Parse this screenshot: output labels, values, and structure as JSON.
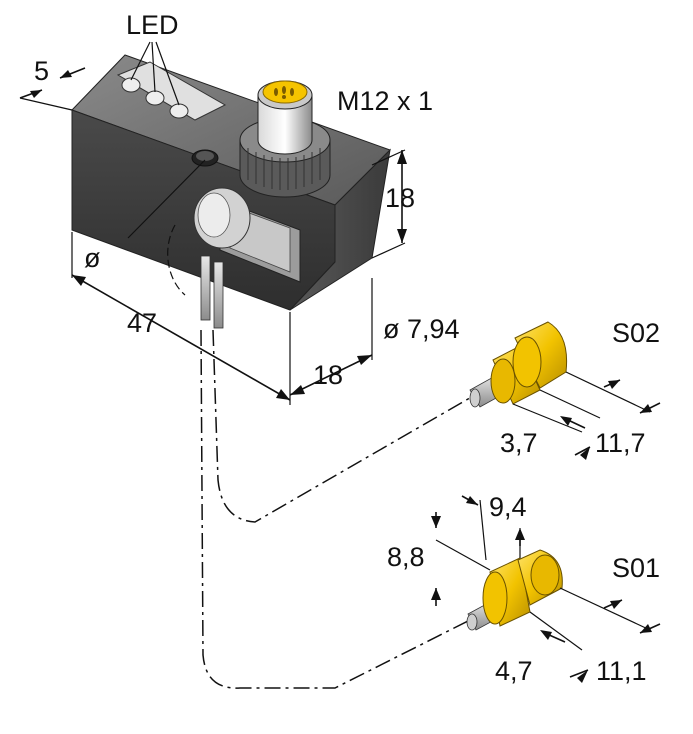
{
  "labels": {
    "led": "LED",
    "dim_5": "5",
    "connector": "M12 x 1",
    "height_18": "18",
    "diameter_symbol": "ø",
    "length_47": "47",
    "depth_18": "18",
    "magnet_diameter": "ø 7,94",
    "s02": "S02",
    "s02_dim_a": "3,7",
    "s02_dim_b": "11,7",
    "s01_dim_top": "9,4",
    "s01_dim_side": "8,8",
    "s01": "S01",
    "s01_dim_a": "4,7",
    "s01_dim_b": "11,1"
  },
  "colors": {
    "housing_dark": "#3a3a3a",
    "housing_mid": "#6a6a6a",
    "housing_light": "#9a9a9a",
    "connector_yellow": "#f5c400",
    "magnet_yellow": "#f2c300",
    "lines": "#111111"
  }
}
